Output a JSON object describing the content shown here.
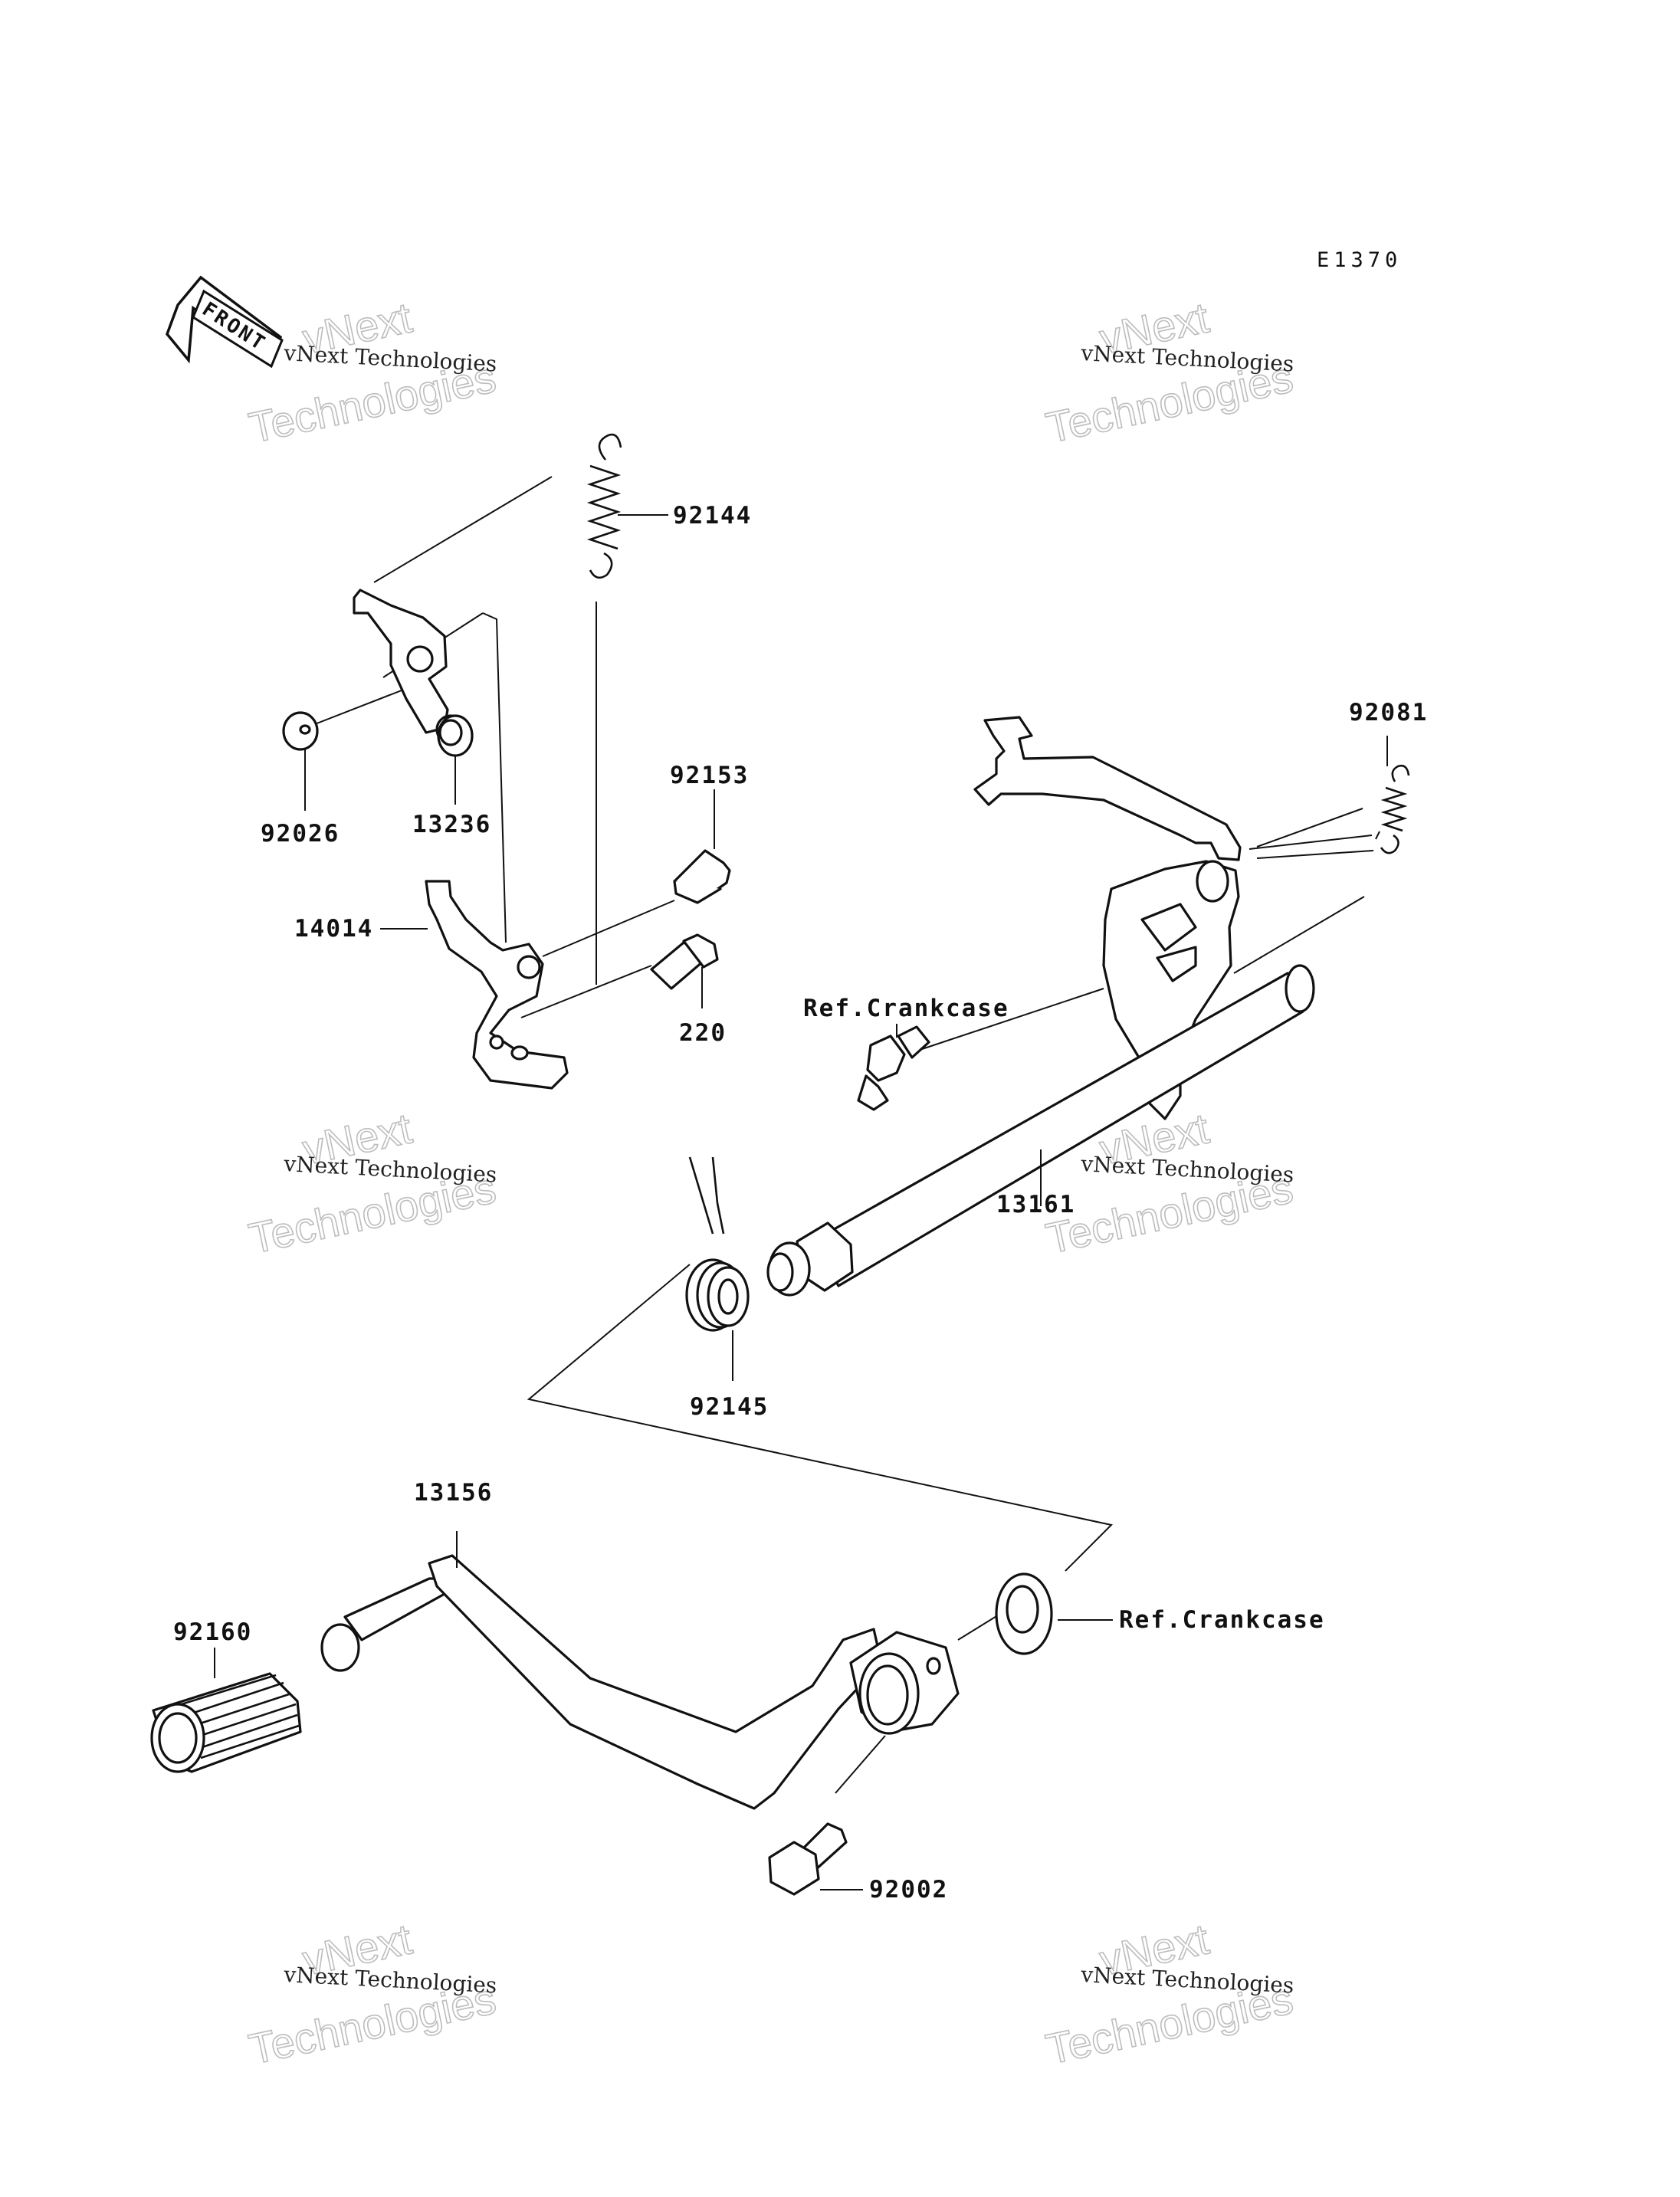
{
  "diagram": {
    "code": "E1370",
    "direction_label": "FRONT",
    "watermark": {
      "line1": "vNext Technologies",
      "big_line1": "vNext",
      "big_line2": "Technologies"
    },
    "labels": {
      "p92144": "92144",
      "p92026": "92026",
      "p13236": "13236",
      "p92153": "92153",
      "p14014": "14014",
      "p220": "220",
      "p92081": "92081",
      "ref_crankcase_top": "Ref.Crankcase",
      "p13161": "13161",
      "p92145": "92145",
      "p13156": "13156",
      "p92160": "92160",
      "ref_crankcase_bottom": "Ref.Crankcase",
      "p92002": "92002"
    }
  }
}
